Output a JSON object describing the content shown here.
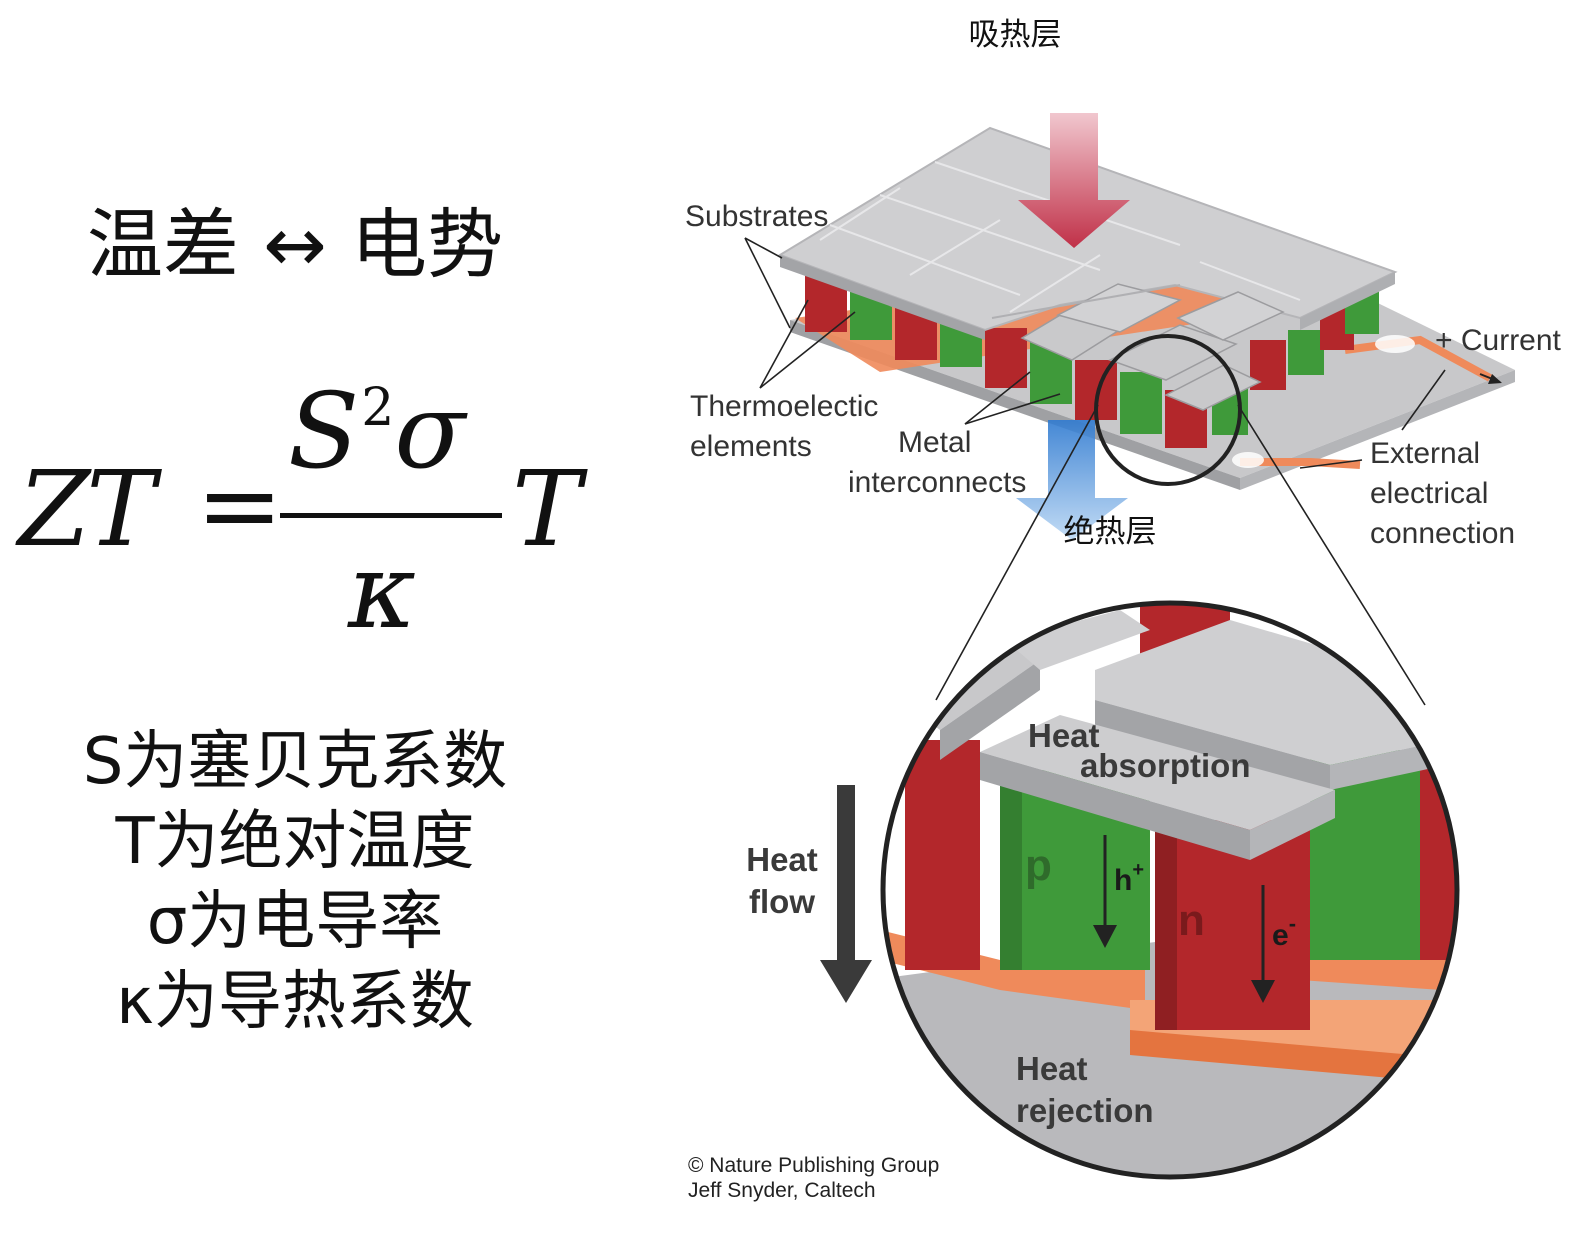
{
  "left": {
    "headline": "温差 ↔ 电势",
    "formula": {
      "lhs": "ZT",
      "equals": "=",
      "numerator_base": "S",
      "numerator_exp": "2",
      "numerator_rest": "σ",
      "denominator": "κ",
      "rhs": "T"
    },
    "definitions": [
      "S为塞贝克系数",
      "T为绝对温度",
      "σ为电导率",
      "κ为导热系数"
    ]
  },
  "diagram": {
    "top_label": "吸热层",
    "bottom_label": "绝热层",
    "labels": {
      "substrates": "Substrates",
      "thermo_line1": "Thermoelectic",
      "thermo_line2": "elements",
      "metal_line1": "Metal",
      "metal_line2": "interconnects",
      "current": "+ Current",
      "ext_line1": "External",
      "ext_line2": "electrical",
      "ext_line3": "connection",
      "heat_abs_line1": "Heat",
      "heat_abs_line2": "absorption",
      "heat_flow_line1": "Heat",
      "heat_flow_line2": "flow",
      "p": "p",
      "n": "n",
      "hole": "h",
      "hole_sup": "+",
      "electron": "e",
      "electron_sup": "-",
      "heat_rej_line1": "Heat",
      "heat_rej_line2": "rejection",
      "credit_line1": "© Nature Publishing Group",
      "credit_line2": "Jeff Snyder, Caltech"
    },
    "colors": {
      "p_type": "#3f9a3a",
      "n_type": "#b3272b",
      "substrate": "#c8c8ca",
      "interconnect": "#ef8a5b",
      "heat_in_arrow": "#c03048",
      "heat_out_arrow": "#4a8fd6"
    }
  }
}
